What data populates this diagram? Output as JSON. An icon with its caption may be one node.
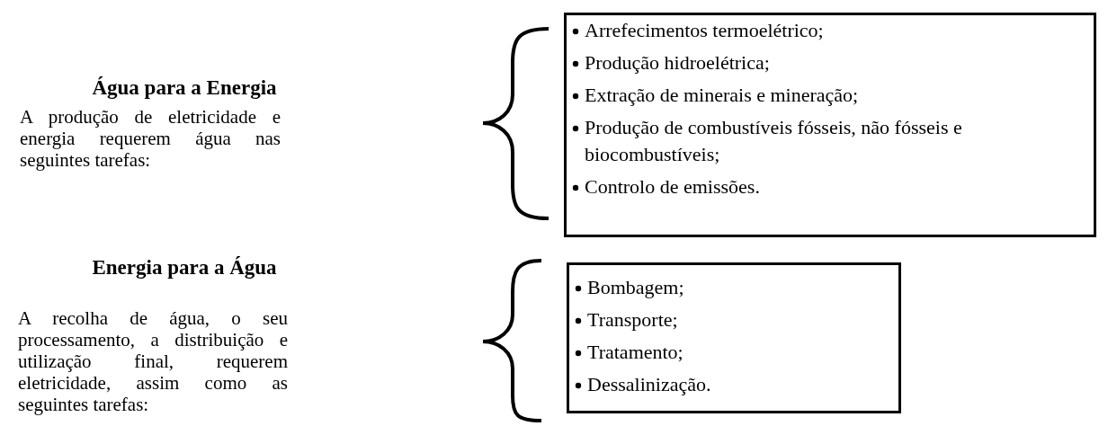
{
  "diagram": {
    "nodes": [
      {
        "text": [
          "Arrefecimentos termoelétrico;",
          "Produção hidroelétrica;",
          "Extração de minerais e mineração;",
          "Produção de combustíveis fósseis, não fósseis e biocombustíveis;",
          "Controlo de emissões."
        ]
      },
      {
        "text": [
          "Bombagem;",
          "Transporte;",
          "Tratamento;",
          "Dessalinização."
        ]
      }
    ],
    "edges": [],
    "labels": [
      "Água para a Energia",
      "A produção de eletricidade e energia requerem água nas seguintes tarefas:",
      "Energia para a Água",
      "A recolha de água, o seu processamento, a distribuição e utilização final, requerem eletricidade, assim como as seguintes tarefas:"
    ]
  }
}
